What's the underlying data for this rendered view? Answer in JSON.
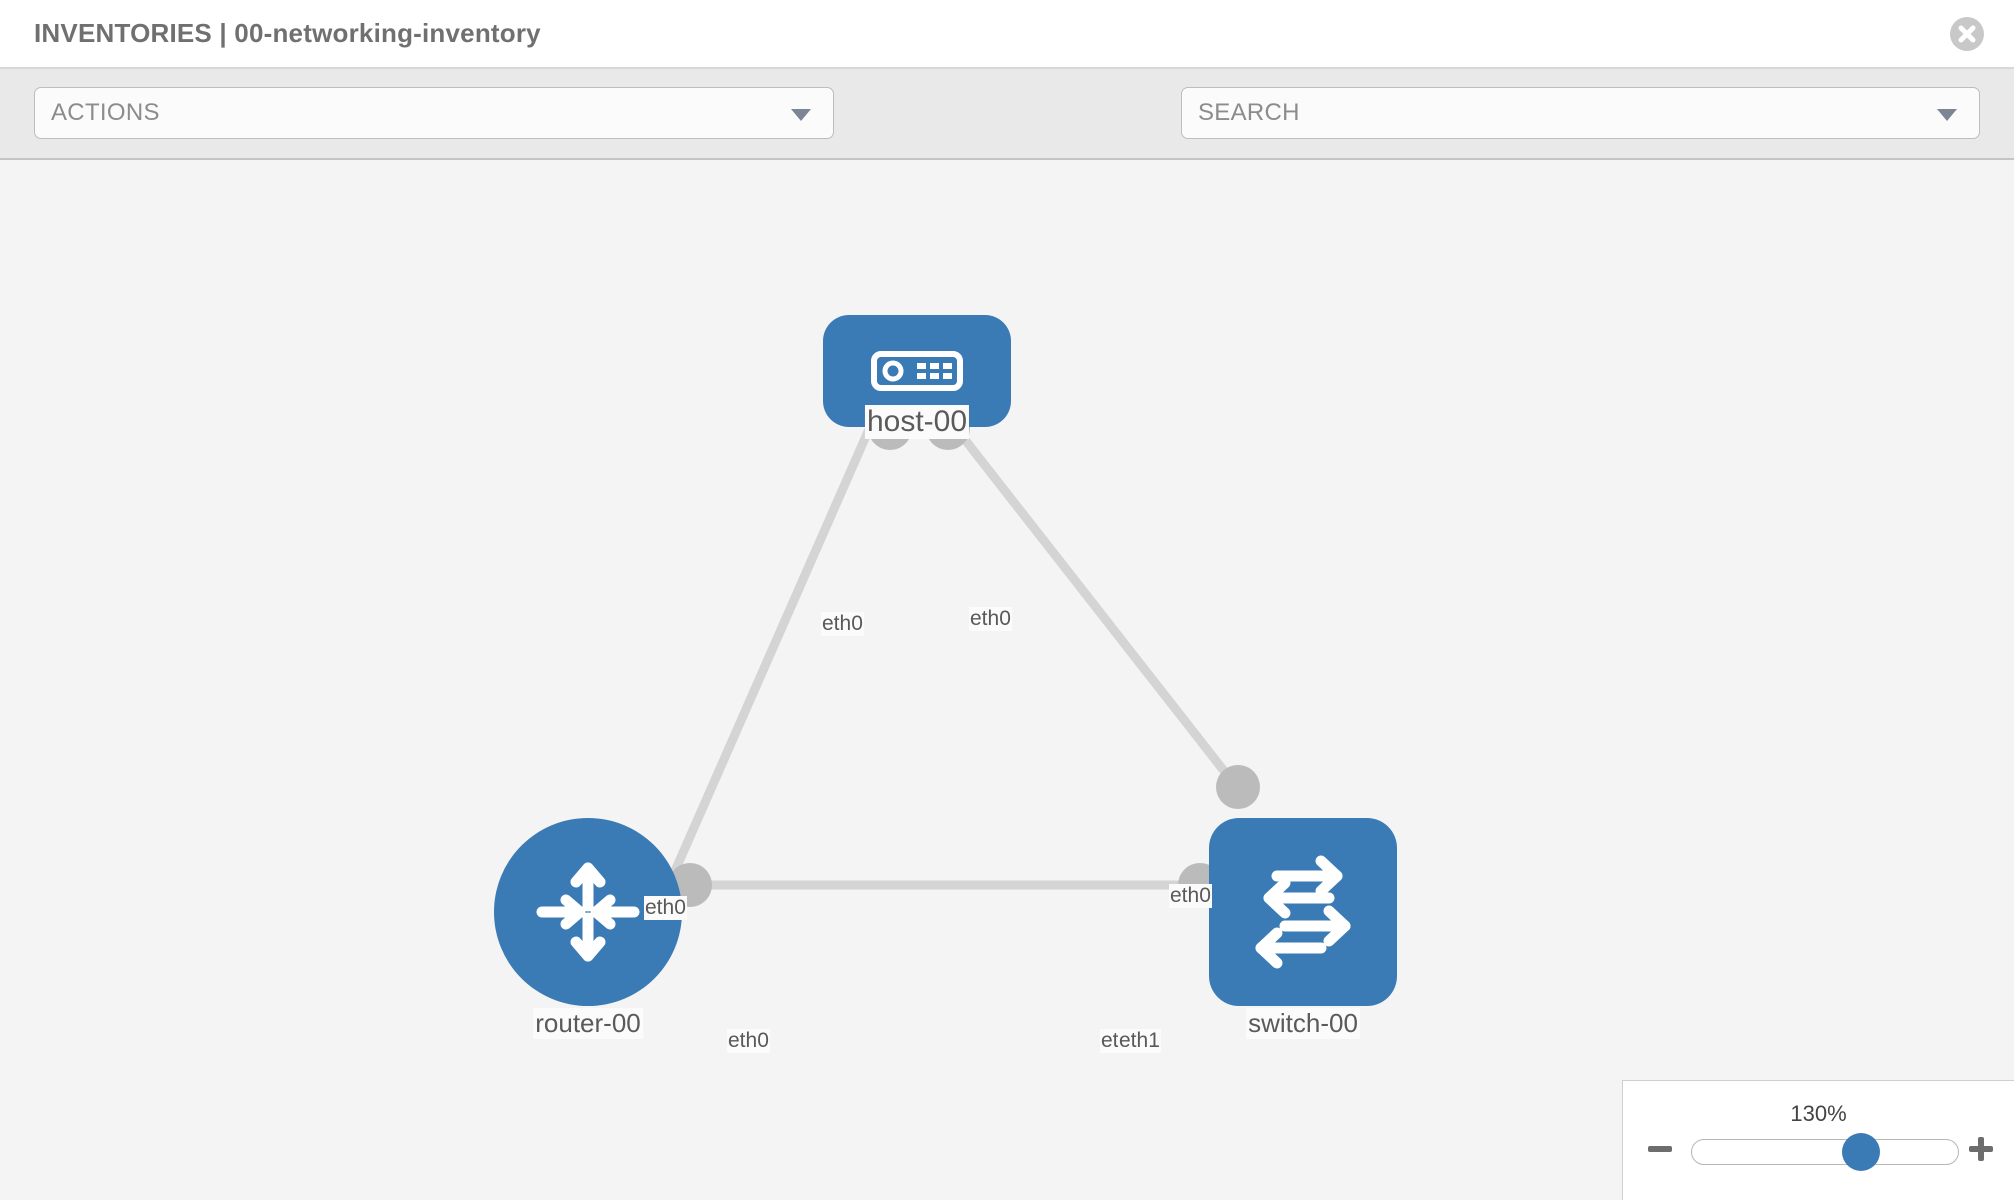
{
  "header": {
    "title": "INVENTORIES | 00-networking-inventory",
    "close_label": "close-icon"
  },
  "toolbar": {
    "actions_label": "ACTIONS",
    "search_placeholder": "SEARCH",
    "wrench_icon": "wrench-icon",
    "key_icon": "key-icon"
  },
  "topology": {
    "nodes": [
      {
        "id": "host",
        "label": "host-00",
        "type": "host",
        "color": "#3a7ab5"
      },
      {
        "id": "router",
        "label": "router-00",
        "type": "router",
        "color": "#3a7ab5"
      },
      {
        "id": "switch",
        "label": "switch-00",
        "type": "switch",
        "color": "#3a7ab5"
      }
    ],
    "links": [
      {
        "from": "host",
        "to": "router",
        "from_iface": "eth0",
        "to_iface": "eth0"
      },
      {
        "from": "host",
        "to": "switch",
        "from_iface": "eth0",
        "to_iface": "eth0"
      },
      {
        "from": "router",
        "to": "switch",
        "from_iface": "eth0",
        "to_iface": "eth1"
      }
    ],
    "iface_labels": {
      "host_left": "eth0",
      "host_right": "eth0",
      "router_up": "eth0",
      "switch_up": "eth0",
      "router_right": "eth0",
      "switch_left_overlap": "eth",
      "switch_left": "eth1"
    },
    "link_color": "#d4d4d4",
    "endpoint_color": "#bbbbbb"
  },
  "zoom_control": {
    "level": "130%",
    "minus_label": "zoom-out",
    "plus_label": "zoom-in",
    "thumb_position_percent": 63
  }
}
